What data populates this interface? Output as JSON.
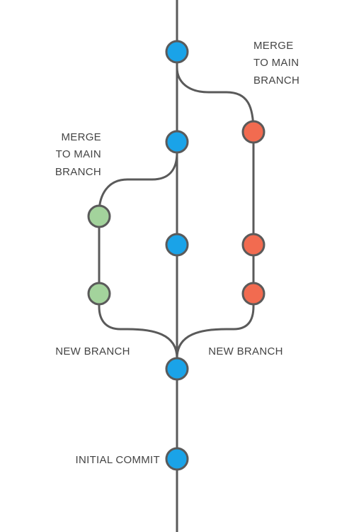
{
  "diagram": {
    "colors": {
      "background": "#ffffff",
      "line": "#5a5a5a",
      "main_commit": "#1aa3e8",
      "left_branch_commit": "#a3d39c",
      "right_branch_commit": "#f26b50",
      "label_text": "#444444"
    },
    "labels": {
      "initial_commit": "INITIAL COMMIT",
      "new_branch_left": "NEW BRANCH",
      "new_branch_right": "NEW BRANCH",
      "merge_left": [
        "MERGE",
        "TO MAIN",
        "BRANCH"
      ],
      "merge_right": [
        "MERGE",
        "TO MAIN",
        "BRANCH"
      ]
    }
  }
}
